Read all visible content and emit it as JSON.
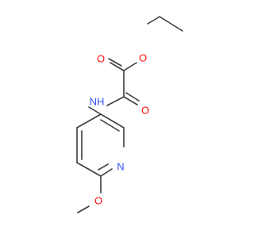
{
  "molecule": {
    "atoms": {
      "o_carbonyl_ester": {
        "symbol": "O",
        "color": "#ff0d0d"
      },
      "o_ester": {
        "symbol": "O",
        "color": "#ff0d0d"
      },
      "o_carbonyl_amide": {
        "symbol": "O",
        "color": "#ff0d0d"
      },
      "nh": {
        "symbol": "NH",
        "color": "#3050f8"
      },
      "n_ring": {
        "symbol": "N",
        "color": "#3050f8"
      },
      "o_methoxy": {
        "symbol": "O",
        "color": "#ff0d0d"
      }
    },
    "bond_color": "#3b3b3b"
  }
}
